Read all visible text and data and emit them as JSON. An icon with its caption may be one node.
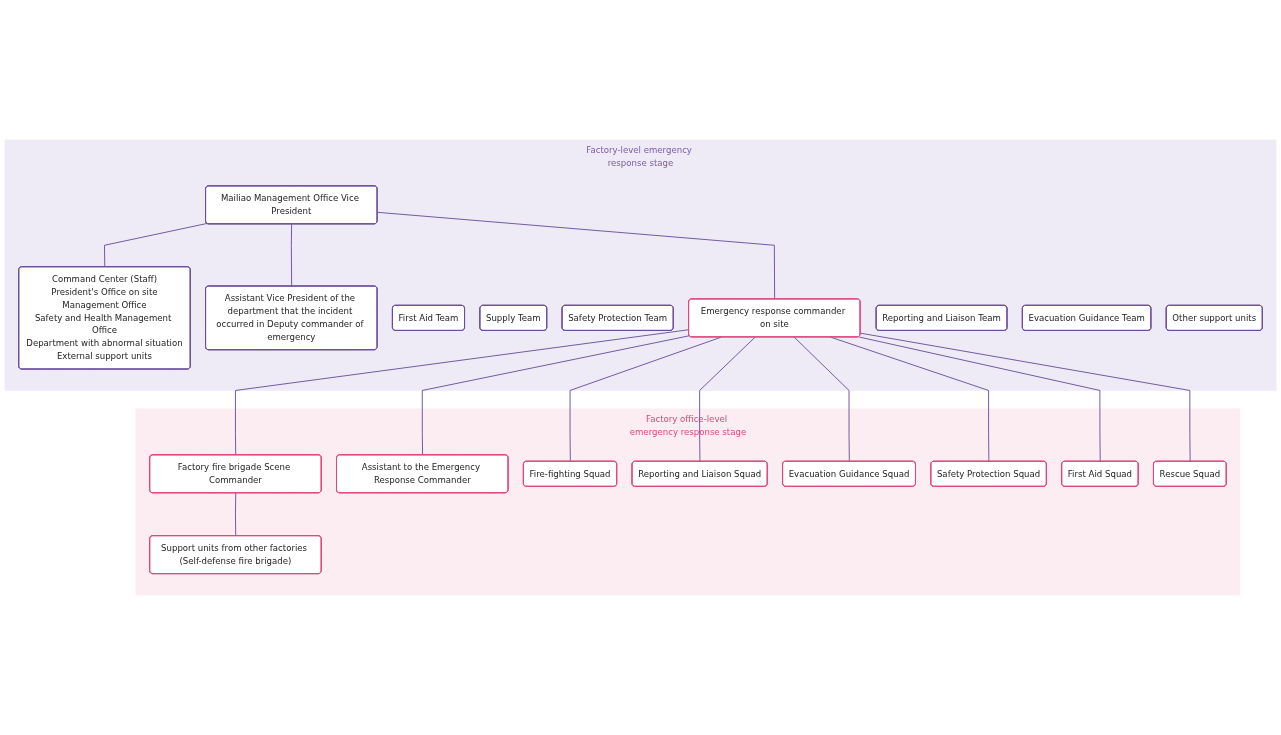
{
  "diagram": {
    "nodes": [
      {
        "text": [
          "Factory-level emergency response stage"
        ]
      },
      {
        "text": [
          "Mailiao Management Office Vice President"
        ],
        "in": 0
      },
      {
        "text": [
          "Command Center (Staff)",
          "President's Office on site",
          "Management Office",
          "Safety and Health Management Office",
          "Department with abnormal situation",
          "External support units"
        ],
        "in": 0
      },
      {
        "text": [
          "Assistant Vice President of the department that the incident occurred in Deputy commander of emergency"
        ],
        "in": 0
      },
      {
        "text": [
          "First Aid Team"
        ],
        "in": 0
      },
      {
        "text": [
          "Supply Team"
        ],
        "in": 0
      },
      {
        "text": [
          "Safety Protection Team"
        ],
        "in": 0
      },
      {
        "text": [
          "Emergency response commander on site"
        ],
        "in": 0
      },
      {
        "text": [
          "Reporting and Liaison Team"
        ],
        "in": 0
      },
      {
        "text": [
          "Evacuation Guidance Team"
        ],
        "in": 0
      },
      {
        "text": [
          "Other support units"
        ],
        "in": 0
      },
      {
        "text": [
          "Factory office-level emergency response stage"
        ]
      },
      {
        "text": [
          "Support units from other factories (Self-defense fire brigade)"
        ],
        "in": 11
      },
      {
        "text": [
          "Factory fire brigade Scene Commander"
        ],
        "in": 11
      },
      {
        "text": [
          "Assistant to the Emergency Response Commander"
        ],
        "in": 11
      },
      {
        "text": [
          "Fire-fighting Squad"
        ],
        "in": 11
      },
      {
        "text": [
          "Reporting and Liaison Squad"
        ],
        "in": 11
      },
      {
        "text": [
          "Evacuation Guidance Squad"
        ],
        "in": 11
      },
      {
        "text": [
          "Safety Protection Squad"
        ],
        "in": 11
      },
      {
        "text": [
          "First Aid Squad"
        ],
        "in": 11
      },
      {
        "text": [
          "Rescue Squad"
        ],
        "in": 11
      }
    ],
    "edges": [
      {
        "from": 1,
        "to": 2,
        "arrow": "none"
      },
      {
        "from": 1,
        "to": 3,
        "arrow": "none"
      },
      {
        "from": 1,
        "to": 7,
        "arrow": "none"
      },
      {
        "from": 7,
        "to": 13,
        "arrow": "none"
      },
      {
        "from": 7,
        "to": 14,
        "arrow": "none"
      },
      {
        "from": 13,
        "to": 12,
        "arrow": "none"
      },
      {
        "from": 7,
        "to": 15,
        "arrow": "none"
      },
      {
        "from": 7,
        "to": 16,
        "arrow": "none"
      },
      {
        "from": 7,
        "to": 17,
        "arrow": "none"
      },
      {
        "from": 7,
        "to": 18,
        "arrow": "none"
      },
      {
        "from": 7,
        "to": 19,
        "arrow": "none"
      },
      {
        "from": 7,
        "to": 20,
        "arrow": "none"
      }
    ]
  }
}
